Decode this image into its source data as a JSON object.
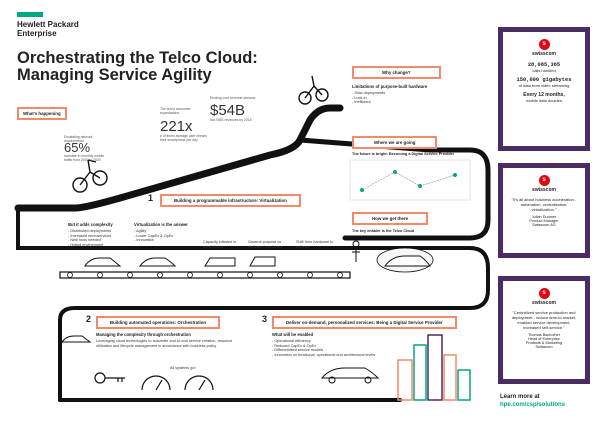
{
  "colors": {
    "brand_green": "#01a982",
    "accent": "#f5896b",
    "panel_border": "#4a2b63",
    "swiss_red": "#e30613",
    "line": "#111111"
  },
  "brand": {
    "name_line1": "Hewlett Packard",
    "name_line2": "Enterprise"
  },
  "title": {
    "line1": "Orchestrating the Telco Cloud:",
    "line2": "Managing Service Agility"
  },
  "whats_happening": {
    "label": "What's happening",
    "stat1": {
      "prefix": "Escalating network requirements",
      "value": "65%",
      "desc": "increase in monthly mobile traffic from 2016 to 2020"
    },
    "stat2": {
      "prefix": "The world consumer expectations",
      "value": "221x",
      "desc": "# of times average user checks their smartphone per day"
    },
    "stat3": {
      "prefix": "Eroding core revenue streams",
      "value": "$54B",
      "desc": "lost SMS revenues by 2016"
    }
  },
  "why_change": {
    "label": "Why change?",
    "heading": "Limitations of purpose-built hardware",
    "items": [
      "- Slow deployments",
      "- Lock-in",
      "- Inefficient"
    ]
  },
  "where_going": {
    "label": "Where we are going",
    "subtitle": "The future is bright: Becoming a Digital Service Provider"
  },
  "how_get_there": {
    "label": "How we get there",
    "subtitle": "The key enabler is the Telco Cloud"
  },
  "step1": {
    "number": "1",
    "label": "Building a programmable infrastructure: Virtualization"
  },
  "complexity": {
    "heading": "But it adds complexity",
    "items": [
      "- Distributed deployments",
      "- Increased microservices",
      "- New tools needed",
      "- Hybrid environment"
    ]
  },
  "virtualization": {
    "heading": "Virtualization is the answer",
    "items": [
      "- Agility",
      "- Lower CapEx & OpEx",
      "- Innovation"
    ]
  },
  "captions": {
    "cap1": "Capacity initiated in small blocks",
    "cap2": "General purpose vs dedicated appliance",
    "cap3": "Shift from hardware to software"
  },
  "step2": {
    "number": "2",
    "label": "Building automated operations: Orchestration",
    "heading": "Managing the complexity through orchestration",
    "body": "Leveraging cloud technologies to automate end-to-end service creation, resource utilization and lifecycle management in accordance with business policy",
    "gauge": "All systems go!"
  },
  "step3": {
    "number": "3",
    "label": "Deliver on-demand, personalized services: Being a Digital Service Provider",
    "heading": "What will be enabled",
    "items": [
      "- Operational efficiency",
      "- Reduced CapEx & OpEx",
      "- Differentiated service models",
      "- Innovation on functional, operational and architectural levels"
    ]
  },
  "panels": [
    {
      "logo": "swisscom",
      "lines": [
        "28,085,365",
        "calls handled",
        "150,000 gigabytes",
        "of data from video streaming",
        "Every 12 months,",
        "mobile data doubles"
      ]
    },
    {
      "logo": "swisscom",
      "lines": [
        "\"It's all about business acceleration - automation, centralization, virtualization.\"",
        "Julian Dunmer",
        "Product Manager",
        "Swisscom AG"
      ]
    },
    {
      "logo": "swisscom",
      "lines": [
        "\"Centralized service production and deployment - reduce time-to-market, enabled service development, increased self-service.\"",
        "Thomas Bachofner",
        "Head of Enterprise",
        "Products & Marketing",
        "Swisscom"
      ]
    }
  ],
  "footer": {
    "learn": "Learn more at",
    "url": "hpe.com/csp/solutions"
  }
}
